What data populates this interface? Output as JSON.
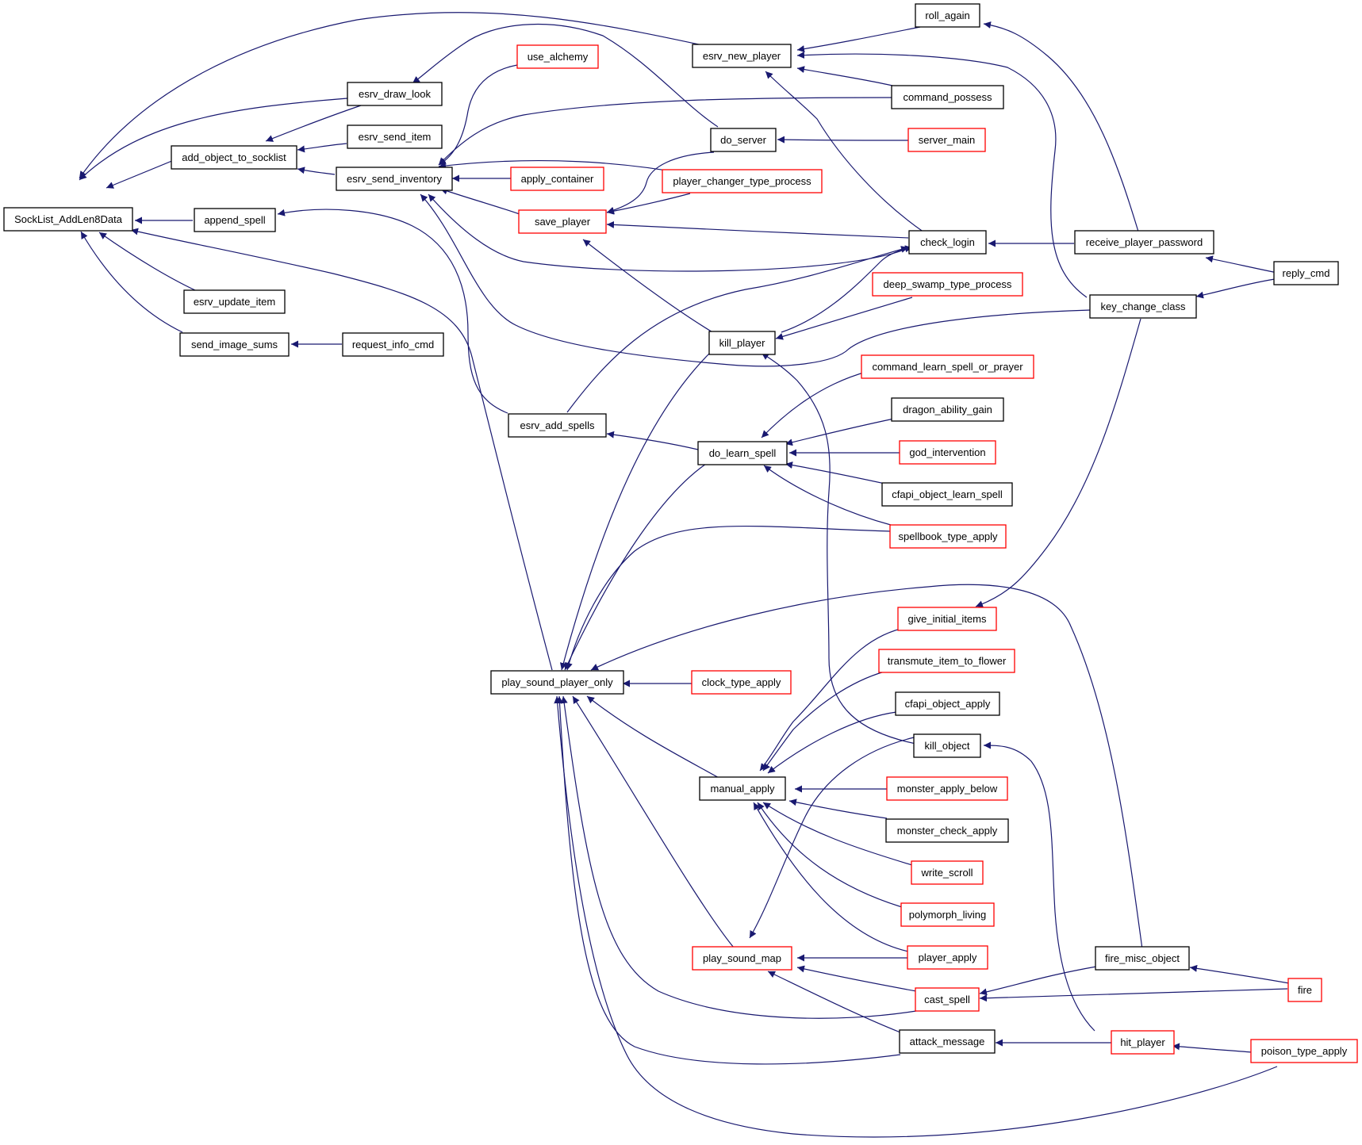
{
  "colors": {
    "edge": "#191970",
    "arrow": "#191970",
    "border_plain": "#000000",
    "border_more": "#ff0000",
    "root_fill": "#bfbfbf",
    "text": "#000000"
  },
  "nodes": [
    {
      "id": "n1",
      "label": "SockList_AddLen8Data",
      "style": "root"
    },
    {
      "id": "n2",
      "label": "add_object_to_socklist",
      "style": "plain"
    },
    {
      "id": "n3",
      "label": "append_spell",
      "style": "plain"
    },
    {
      "id": "n4",
      "label": "esrv_draw_look",
      "style": "plain"
    },
    {
      "id": "n5",
      "label": "esrv_new_player",
      "style": "plain"
    },
    {
      "id": "n6",
      "label": "esrv_update_item",
      "style": "plain"
    },
    {
      "id": "n7",
      "label": "play_sound_player_only",
      "style": "plain"
    },
    {
      "id": "n8",
      "label": "send_image_sums",
      "style": "plain"
    },
    {
      "id": "n9",
      "label": "esrv_send_item",
      "style": "plain"
    },
    {
      "id": "n10",
      "label": "esrv_send_inventory",
      "style": "plain"
    },
    {
      "id": "n11",
      "label": "use_alchemy",
      "style": "more"
    },
    {
      "id": "n12",
      "label": "do_server",
      "style": "plain"
    },
    {
      "id": "n13",
      "label": "apply_container",
      "style": "more"
    },
    {
      "id": "n14",
      "label": "player_changer_type_process",
      "style": "more"
    },
    {
      "id": "n15",
      "label": "save_player",
      "style": "more"
    },
    {
      "id": "n16",
      "label": "check_login",
      "style": "plain"
    },
    {
      "id": "n17",
      "label": "esrv_add_spells",
      "style": "plain"
    },
    {
      "id": "n18",
      "label": "key_change_class",
      "style": "plain"
    },
    {
      "id": "n19",
      "label": "kill_player",
      "style": "plain"
    },
    {
      "id": "n20",
      "label": "do_learn_spell",
      "style": "plain"
    },
    {
      "id": "n21",
      "label": "roll_again",
      "style": "plain"
    },
    {
      "id": "n22",
      "label": "command_possess",
      "style": "plain"
    },
    {
      "id": "n23",
      "label": "server_main",
      "style": "more"
    },
    {
      "id": "n24",
      "label": "receive_player_password",
      "style": "plain"
    },
    {
      "id": "n25",
      "label": "reply_cmd",
      "style": "plain"
    },
    {
      "id": "n26",
      "label": "deep_swamp_type_process",
      "style": "more"
    },
    {
      "id": "n27",
      "label": "command_learn_spell_or_prayer",
      "style": "more"
    },
    {
      "id": "n28",
      "label": "dragon_ability_gain",
      "style": "plain"
    },
    {
      "id": "n29",
      "label": "god_intervention",
      "style": "more"
    },
    {
      "id": "n30",
      "label": "cfapi_object_learn_spell",
      "style": "plain"
    },
    {
      "id": "n31",
      "label": "spellbook_type_apply",
      "style": "more"
    },
    {
      "id": "n32",
      "label": "give_initial_items",
      "style": "more"
    },
    {
      "id": "n33",
      "label": "clock_type_apply",
      "style": "more"
    },
    {
      "id": "n34",
      "label": "manual_apply",
      "style": "plain"
    },
    {
      "id": "n35",
      "label": "play_sound_map",
      "style": "more"
    },
    {
      "id": "n36",
      "label": "cast_spell",
      "style": "more"
    },
    {
      "id": "n37",
      "label": "attack_message",
      "style": "plain"
    },
    {
      "id": "n38",
      "label": "poison_type_apply",
      "style": "more"
    },
    {
      "id": "n39",
      "label": "transmute_item_to_flower",
      "style": "more"
    },
    {
      "id": "n40",
      "label": "cfapi_object_apply",
      "style": "plain"
    },
    {
      "id": "n41",
      "label": "kill_object",
      "style": "plain"
    },
    {
      "id": "n42",
      "label": "monster_apply_below",
      "style": "more"
    },
    {
      "id": "n43",
      "label": "monster_check_apply",
      "style": "plain"
    },
    {
      "id": "n44",
      "label": "write_scroll",
      "style": "more"
    },
    {
      "id": "n45",
      "label": "polymorph_living",
      "style": "more"
    },
    {
      "id": "n46",
      "label": "player_apply",
      "style": "more"
    },
    {
      "id": "n47",
      "label": "fire_misc_object",
      "style": "plain"
    },
    {
      "id": "n48",
      "label": "hit_player",
      "style": "more"
    },
    {
      "id": "n49",
      "label": "fire",
      "style": "more"
    },
    {
      "id": "n50",
      "label": "request_info_cmd",
      "style": "plain"
    }
  ]
}
